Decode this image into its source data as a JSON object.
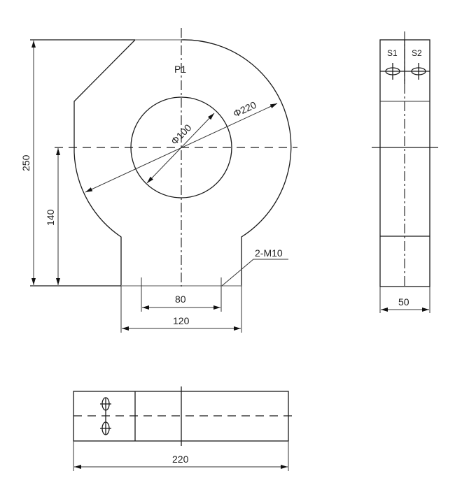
{
  "drawing": {
    "front_view": {
      "label_top": "P1",
      "outer_diameter_label": "Φ220",
      "inner_diameter_label": "Φ100",
      "height_total_label": "250",
      "height_center_label": "140",
      "hole_spacing_label": "80",
      "base_width_label": "120",
      "thread_callout": "2-M10"
    },
    "side_view": {
      "terminal_left": "S1",
      "terminal_right": "S2",
      "width_label": "50"
    },
    "top_view": {
      "length_label": "220"
    }
  }
}
